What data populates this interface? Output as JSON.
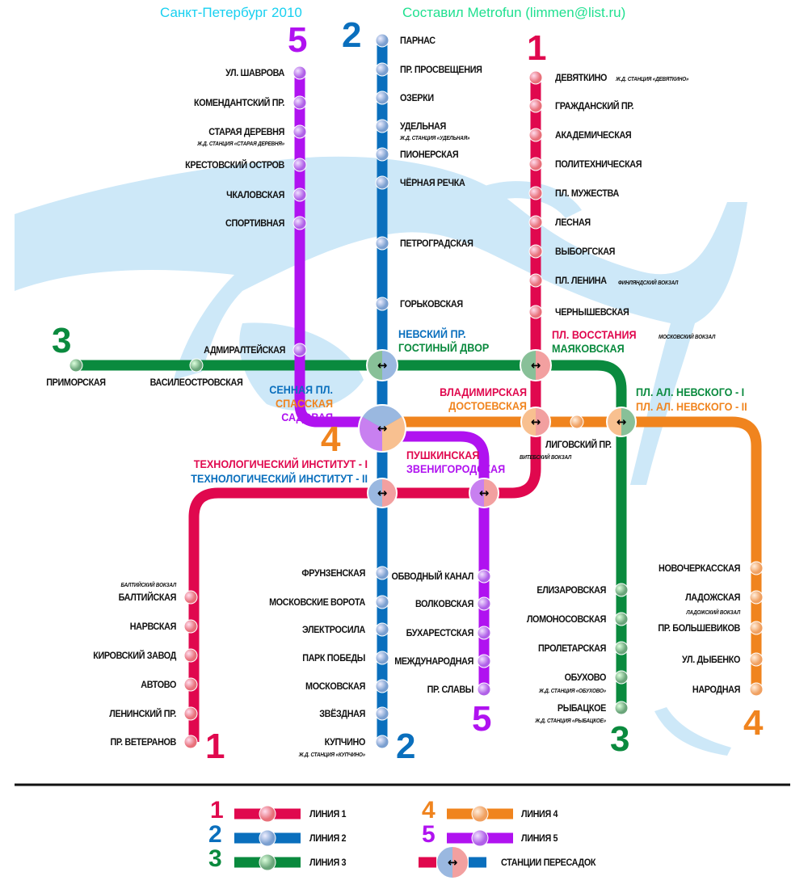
{
  "header": {
    "title_left": "Санкт-Петербург 2010",
    "title_right": "Составил Metrofun (limmen@list.ru)"
  },
  "colors": {
    "line1": "#e0084e",
    "line2": "#0a6fbd",
    "line3": "#0a8a3e",
    "line4": "#f0841e",
    "line5": "#b012f0",
    "water": "#cde8f8",
    "title_left": "#18d0f0",
    "title_right": "#20e090"
  },
  "line_numbers": {
    "l1": "1",
    "l2": "2",
    "l3": "3",
    "l4": "4",
    "l5": "5"
  },
  "line5": [
    "УЛ. ШАВРОВА",
    "КОМЕНДАНТСКИЙ ПР.",
    "СТАРАЯ ДЕРЕВНЯ",
    "КРЕСТОВСКИЙ ОСТРОВ",
    "ЧКАЛОВСКАЯ",
    "СПОРТИВНАЯ",
    "АДМИРАЛТЕЙСКАЯ",
    "ОБВОДНЫЙ КАНАЛ",
    "ВОЛКОВСКАЯ",
    "БУХАРЕСТСКАЯ",
    "МЕЖДУНАРОДНАЯ",
    "ПР. СЛАВЫ"
  ],
  "line2": [
    "ПАРНАС",
    "ПР. ПРОСВЕЩЕНИЯ",
    "ОЗЕРКИ",
    "УДЕЛЬНАЯ",
    "ПИОНЕРСКАЯ",
    "ЧЁРНАЯ РЕЧКА",
    "ПЕТРОГРАДСКАЯ",
    "ГОРЬКОВСКАЯ",
    "ФРУНЗЕНСКАЯ",
    "МОСКОВСКИЕ ВОРОТА",
    "ЭЛЕКТРОСИЛА",
    "ПАРК ПОБЕДЫ",
    "МОСКОВСКАЯ",
    "ЗВЁЗДНАЯ",
    "КУПЧИНО"
  ],
  "line1": [
    "ДЕВЯТКИНО",
    "ГРАЖДАНСКИЙ ПР.",
    "АКАДЕМИЧЕСКАЯ",
    "ПОЛИТЕХНИЧЕСКАЯ",
    "ПЛ. МУЖЕСТВА",
    "ЛЕСНАЯ",
    "ВЫБОРГСКАЯ",
    "ПЛ. ЛЕНИНА",
    "ЧЕРНЫШЕВСКАЯ",
    "БАЛТИЙСКАЯ",
    "НАРВСКАЯ",
    "КИРОВСКИЙ ЗАВОД",
    "АВТОВО",
    "ЛЕНИНСКИЙ ПР.",
    "ПР. ВЕТЕРАНОВ"
  ],
  "line3": [
    "ПРИМОРСКАЯ",
    "ВАСИЛЕОСТРОВСКАЯ",
    "ЕЛИЗАРОВСКАЯ",
    "ЛОМОНОСОВСКАЯ",
    "ПРОЛЕТАРСКАЯ",
    "ОБУХОВО",
    "РЫБАЦКОЕ"
  ],
  "line4": [
    "ЛИГОВСКИЙ ПР.",
    "НОВОЧЕРКАССКАЯ",
    "ЛАДОЖСКАЯ",
    "ПР. БОЛЬШЕВИКОВ",
    "УЛ. ДЫБЕНКО",
    "НАРОДНАЯ"
  ],
  "hubs": {
    "nevsky": "НЕВСКИЙ ПР.",
    "gostiny": "ГОСТИНЫЙ ДВОР",
    "vosstaniya": "ПЛ. ВОССТАНИЯ",
    "mayakovskaya": "МАЯКОВСКАЯ",
    "sennaya": "СЕННАЯ ПЛ.",
    "spasskaya": "СПАССКАЯ",
    "sadovaya": "САДОВАЯ",
    "vladimirskaya": "ВЛАДИМИРСКАЯ",
    "dostoevskaya": "ДОСТОЕВСКАЯ",
    "nevskogo1": "ПЛ. АЛ. НЕВСКОГО - I",
    "nevskogo2": "ПЛ. АЛ. НЕВСКОГО - II",
    "tech1": "ТЕХНОЛОГИЧЕСКИЙ ИНСТИТУТ - I",
    "tech2": "ТЕХНОЛОГИЧЕСКИЙ ИНСТИТУТ - II",
    "pushkinskaya": "ПУШКИНСКАЯ",
    "zvenigorodskaya": "ЗВЕНИГОРОДСКАЯ"
  },
  "notes": {
    "devyatkino": "Ж.Д. СТАНЦИЯ «ДЕВЯТКИНО»",
    "udelnaya": "Ж.Д. СТАНЦИЯ «УДЕЛЬНАЯ»",
    "staraya": "Ж.Д. СТАНЦИЯ «СТАРАЯ ДЕРЕВНЯ»",
    "finlyandsky": "ФИНЛЯНДСКИЙ ВОКЗАЛ",
    "moskovsky": "МОСКОВСКИЙ ВОКЗАЛ",
    "vitebsky": "ВИТЕБСКИЙ ВОКЗАЛ",
    "baltiysky": "БАЛТИЙСКИЙ ВОКЗАЛ",
    "ladozhsky": "ЛАДОЖСКИЙ ВОКЗАЛ",
    "obukhovo": "Ж.Д. СТАНЦИЯ «ОБУХОВО»",
    "rybatskoe": "Ж.Д. СТАНЦИЯ «РЫБАЦКОЕ»",
    "kupchino": "Ж.Д. СТАНЦИЯ «КУПЧИНО»"
  },
  "legend": {
    "l1": "ЛИНИЯ 1",
    "l2": "ЛИНИЯ 2",
    "l3": "ЛИНИЯ 3",
    "l4": "ЛИНИЯ 4",
    "l5": "ЛИНИЯ 5",
    "transfer": "СТАНЦИИ ПЕРЕСАДОК"
  }
}
